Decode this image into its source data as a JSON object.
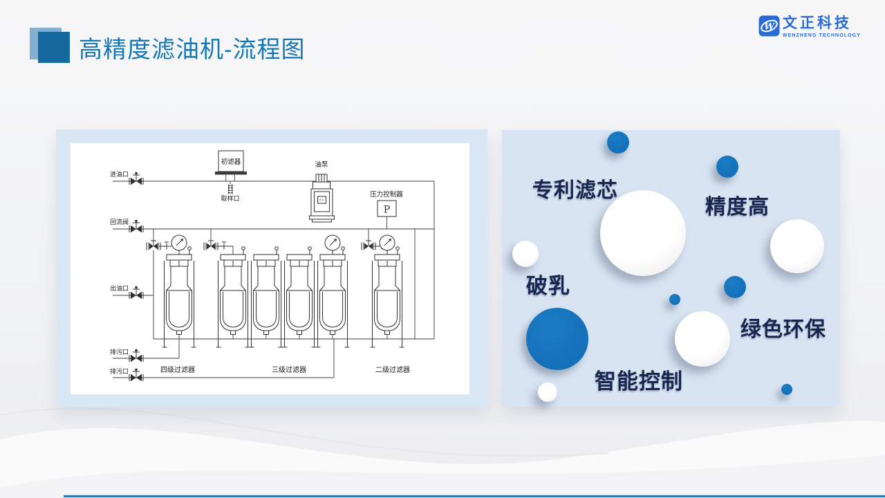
{
  "slide": {
    "title": "高精度滤油机-流程图",
    "logo": {
      "icon_letter": "W",
      "name": "文正科技",
      "subtitle": "WENZHENG TECHNOLOGY"
    }
  },
  "diagram": {
    "labels": {
      "inlet": "进油口",
      "return_valve": "回流阀",
      "outlet": "出油口",
      "drain1": "排污口",
      "drain2": "排污口",
      "primary_filter": "初滤器",
      "sampling_port": "取样口",
      "oil_pump": "油泵",
      "pressure_controller": "压力控制器",
      "pressure_symbol": "P",
      "stage4_filter": "四级过滤器",
      "stage3_filter": "三级过滤器",
      "stage2_filter": "二级过滤器"
    }
  },
  "features": {
    "patent_filter": "专利滤芯",
    "high_precision": "精度高",
    "demulsification": "破乳",
    "eco_friendly": "绿色环保",
    "smart_control": "智能控制"
  },
  "colors": {
    "title_blue": "#1377b5",
    "title_square_dark": "#15699e",
    "title_square_light": "#85aed0",
    "logo_blue": "#2a6ad4",
    "panel_frame_blue": "#d9e6f3",
    "panel_right_blue": "#d8e4f2",
    "circle_blue": "#1470b8",
    "feature_text_navy": "#17254f",
    "footer_line_blue": "#2f74b5"
  }
}
